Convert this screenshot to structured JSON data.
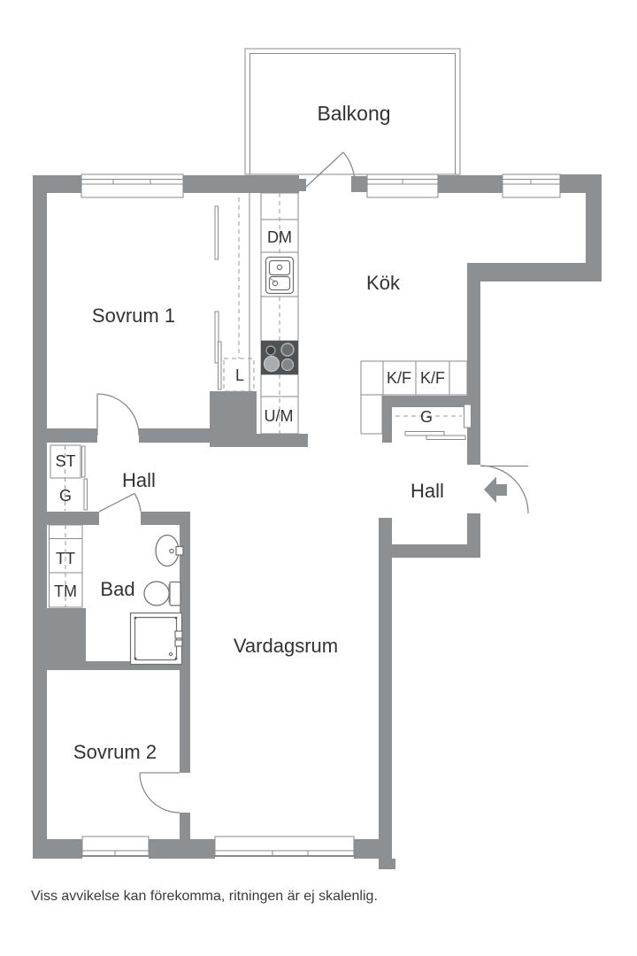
{
  "plan": {
    "rooms": {
      "balkong": "Balkong",
      "sovrum1": "Sovrum 1",
      "kok": "Kök",
      "hall_left": "Hall",
      "hall_right": "Hall",
      "bad": "Bad",
      "vardagsrum": "Vardagsrum",
      "sovrum2": "Sovrum 2"
    },
    "fixtures": {
      "dm": "DM",
      "l_closet": "L",
      "um": "U/M",
      "kf_1": "K/F",
      "kf_2": "K/F",
      "g_hall_closet": "G",
      "st_closet": "ST",
      "g_left_closet": "G",
      "tt": "TT",
      "tm": "TM"
    },
    "colors": {
      "wall": "#8d9092",
      "fixture_line": "#6e6e6e",
      "thin_line": "#8a8a8a",
      "dashed_line": "#9a9a9a",
      "stove_dark": "#4f5254",
      "text": "#323232"
    },
    "footer": {
      "disclaimer": "Viss avvikelse kan förekomma, ritningen är ej skalenlig."
    }
  }
}
